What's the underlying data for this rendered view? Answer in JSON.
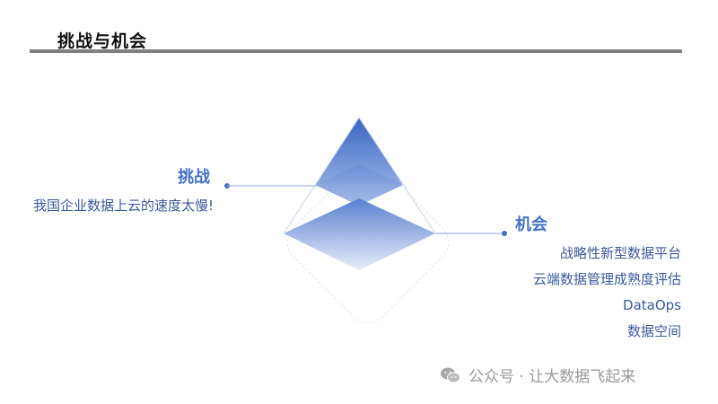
{
  "page": {
    "title": "挑战与机会"
  },
  "challenge": {
    "heading": "挑战",
    "text": "我国企业数据上云的速度太慢!"
  },
  "opportunity": {
    "heading": "机会",
    "items": [
      {
        "label": "战略性新型数据平台"
      },
      {
        "label": "云端数据管理成熟度评估"
      },
      {
        "label": "DataOps"
      },
      {
        "label": "数据空间"
      }
    ]
  },
  "watermark": {
    "icon": "wechat-icon",
    "text": "公众号 · 让大数据飞起来"
  },
  "colors": {
    "accent": "#4472c4",
    "body_text": "#3a5a9a",
    "rule": "#7f7f7f"
  }
}
